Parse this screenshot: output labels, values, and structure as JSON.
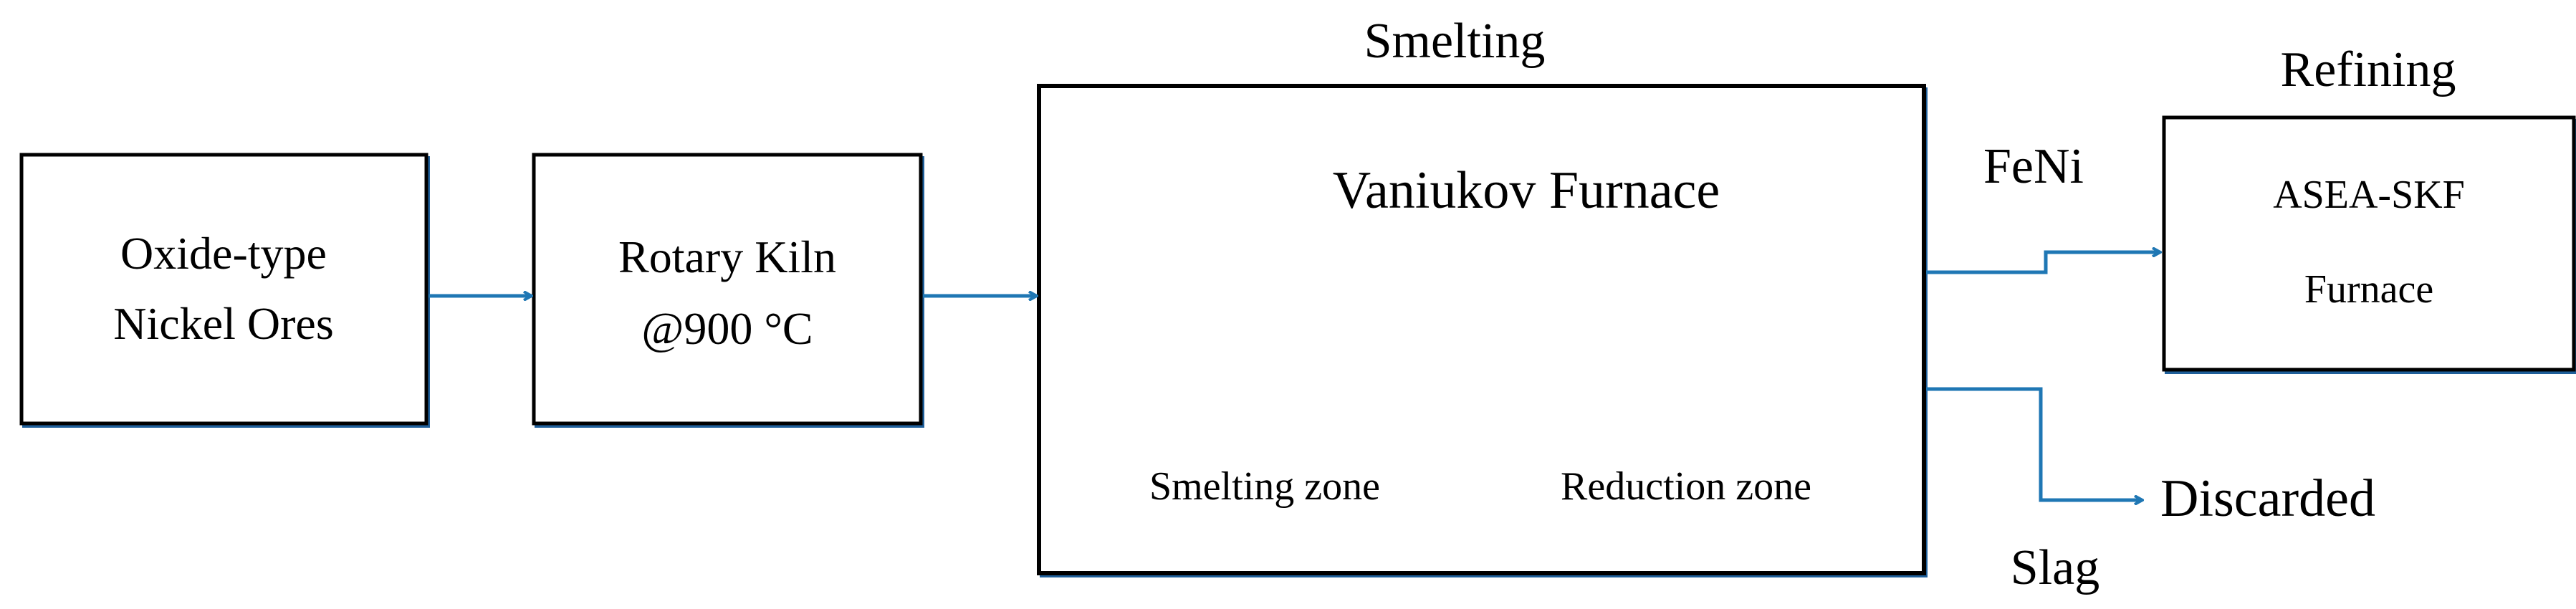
{
  "colors": {
    "arrow": "#1f77b4",
    "box_border": "#000000",
    "box_shadow": "#1f5f9a",
    "text": "#000000",
    "background": "#ffffff"
  },
  "nodes": {
    "ore": {
      "line1": "Oxide-type",
      "line2": "Nickel Ores"
    },
    "kiln": {
      "line1": "Rotary Kiln",
      "line2": "@900 °C"
    },
    "smelting": {
      "stage_title": "Smelting",
      "title": "Vaniukov Furnace",
      "zone_left": "Smelting zone",
      "zone_right": "Reduction zone"
    },
    "refining": {
      "stage_title": "Refining",
      "line1": "ASEA-SKF",
      "line2": "Furnace"
    }
  },
  "edges": {
    "product_label": "FeNi",
    "slag_label": "Slag",
    "discarded_label": "Discarded"
  }
}
